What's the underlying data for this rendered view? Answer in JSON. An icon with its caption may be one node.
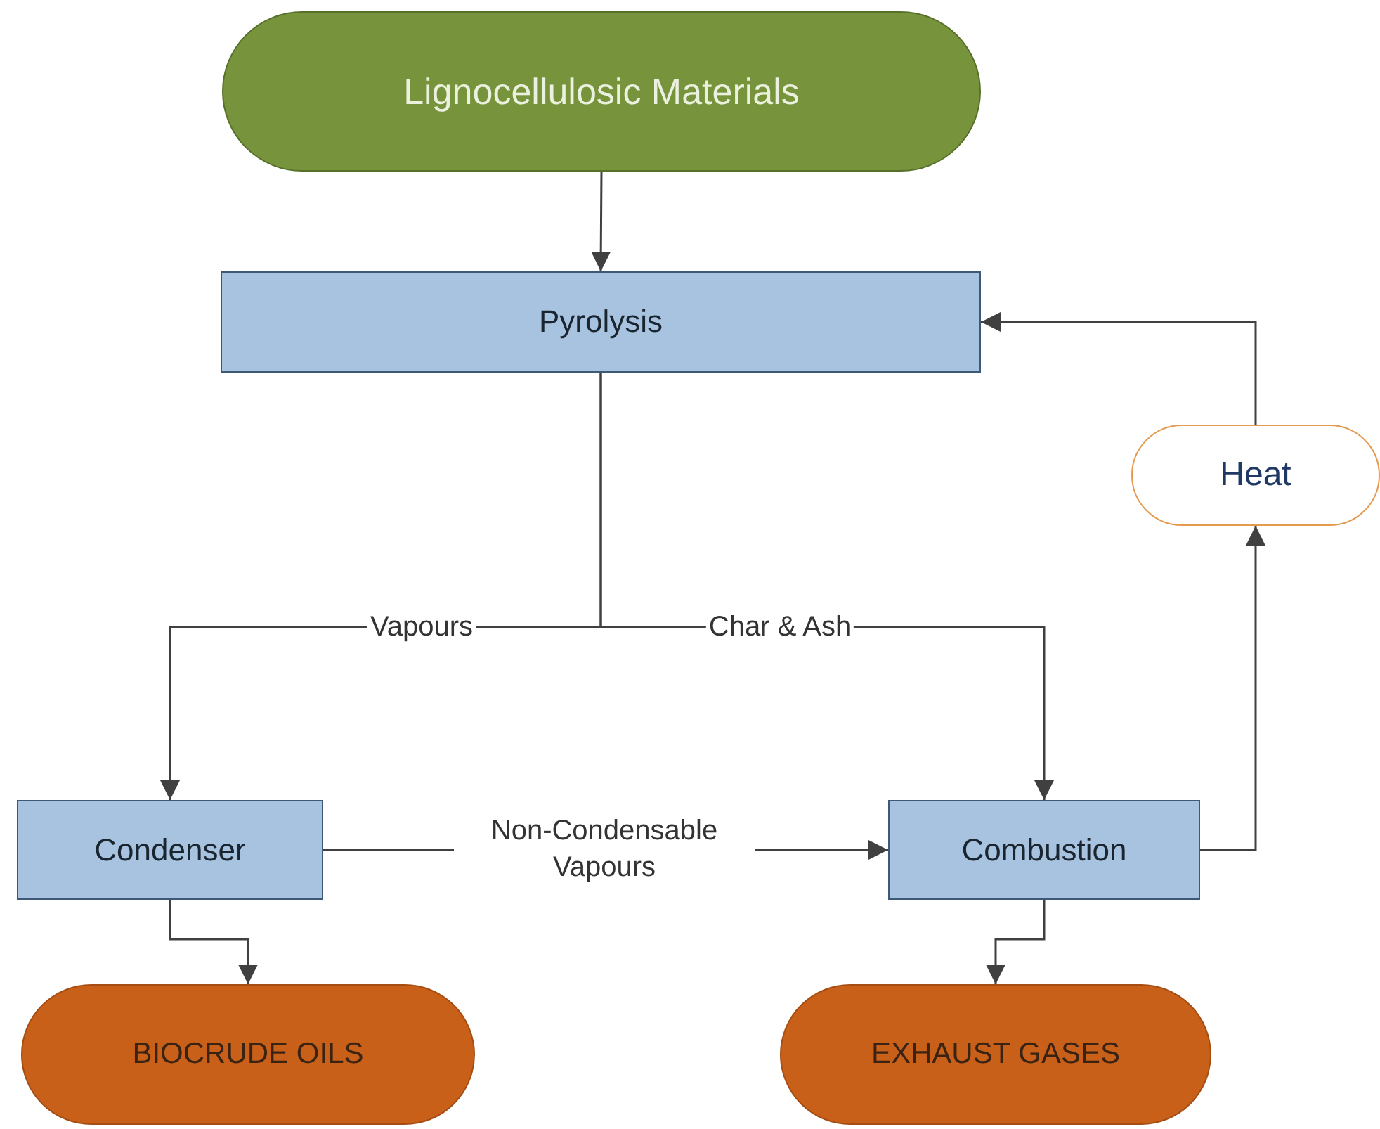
{
  "diagram": {
    "nodes": [
      {
        "text": [
          "Lignocellulosic Materials"
        ]
      },
      {
        "text": [
          "Pyrolysis"
        ]
      },
      {
        "text": [
          "Heat"
        ]
      },
      {
        "text": [
          "Condenser"
        ]
      },
      {
        "text": [
          "Combustion"
        ]
      },
      {
        "text": [
          "BIOCRUDE OILS"
        ]
      },
      {
        "text": [
          "EXHAUST GASES"
        ]
      }
    ],
    "edges": [
      {
        "from": 0,
        "to": 1,
        "arrow": "to"
      },
      {
        "from": 1,
        "to": 3,
        "arrow": "to",
        "label": "Vapours"
      },
      {
        "from": 1,
        "to": 4,
        "arrow": "to",
        "label": "Char & Ash"
      },
      {
        "from": 3,
        "to": 4,
        "arrow": "to",
        "label": "Non-Condensable Vapours"
      },
      {
        "from": 4,
        "to": 2,
        "arrow": "to"
      },
      {
        "from": 2,
        "to": 1,
        "arrow": "to"
      },
      {
        "from": 3,
        "to": 5,
        "arrow": "to"
      },
      {
        "from": 4,
        "to": 6,
        "arrow": "to"
      }
    ]
  }
}
